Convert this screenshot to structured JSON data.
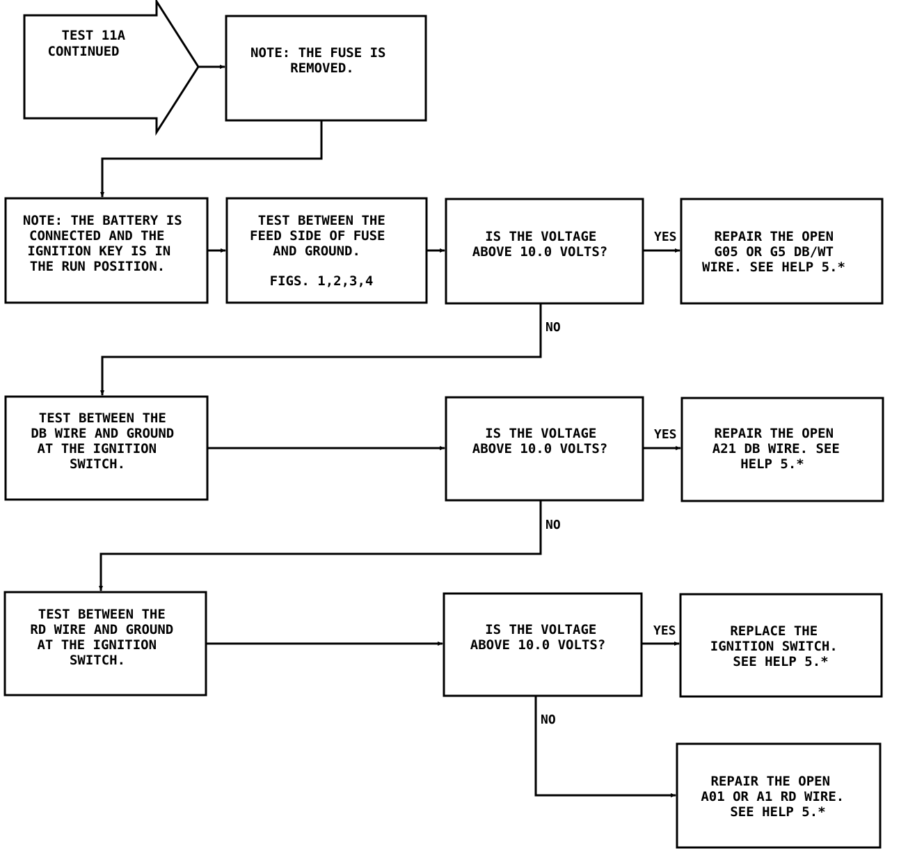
{
  "diagram": {
    "start": {
      "lines": [
        "TEST 11A",
        "CONTINUED"
      ]
    },
    "note_fuse": {
      "lines": [
        "NOTE: THE FUSE IS",
        "REMOVED."
      ]
    },
    "note_battery": {
      "lines": [
        "NOTE: THE BATTERY IS",
        "CONNECTED AND THE",
        "IGNITION KEY IS IN",
        "THE RUN POSITION."
      ]
    },
    "test_feed": {
      "lines": [
        "TEST BETWEEN THE",
        "FEED SIDE OF FUSE",
        "AND GROUND."
      ],
      "figs": "FIGS. 1,2,3,4"
    },
    "q1": {
      "lines": [
        "IS THE VOLTAGE",
        "ABOVE 10.0 VOLTS?"
      ]
    },
    "r1": {
      "lines": [
        "REPAIR THE OPEN",
        "G05 OR G5 DB/WT",
        "WIRE. SEE HELP 5.*"
      ]
    },
    "test_db": {
      "lines": [
        "TEST BETWEEN THE",
        "DB WIRE AND GROUND",
        "AT THE IGNITION",
        "SWITCH."
      ]
    },
    "q2": {
      "lines": [
        "IS THE VOLTAGE",
        "ABOVE 10.0 VOLTS?"
      ]
    },
    "r2": {
      "lines": [
        "REPAIR THE OPEN",
        "A21 DB WIRE. SEE",
        "HELP 5.*"
      ]
    },
    "test_rd": {
      "lines": [
        "TEST BETWEEN THE",
        "RD WIRE AND GROUND",
        "AT THE IGNITION",
        "SWITCH."
      ]
    },
    "q3": {
      "lines": [
        "IS THE VOLTAGE",
        "ABOVE 10.0 VOLTS?"
      ]
    },
    "r3": {
      "lines": [
        "REPLACE THE",
        "IGNITION SWITCH.",
        "SEE HELP 5.*"
      ]
    },
    "r4": {
      "lines": [
        "REPAIR THE OPEN",
        "A01 OR A1 RD WIRE.",
        "SEE HELP 5.*"
      ]
    },
    "edges": {
      "yes": "YES",
      "no": "NO"
    }
  }
}
